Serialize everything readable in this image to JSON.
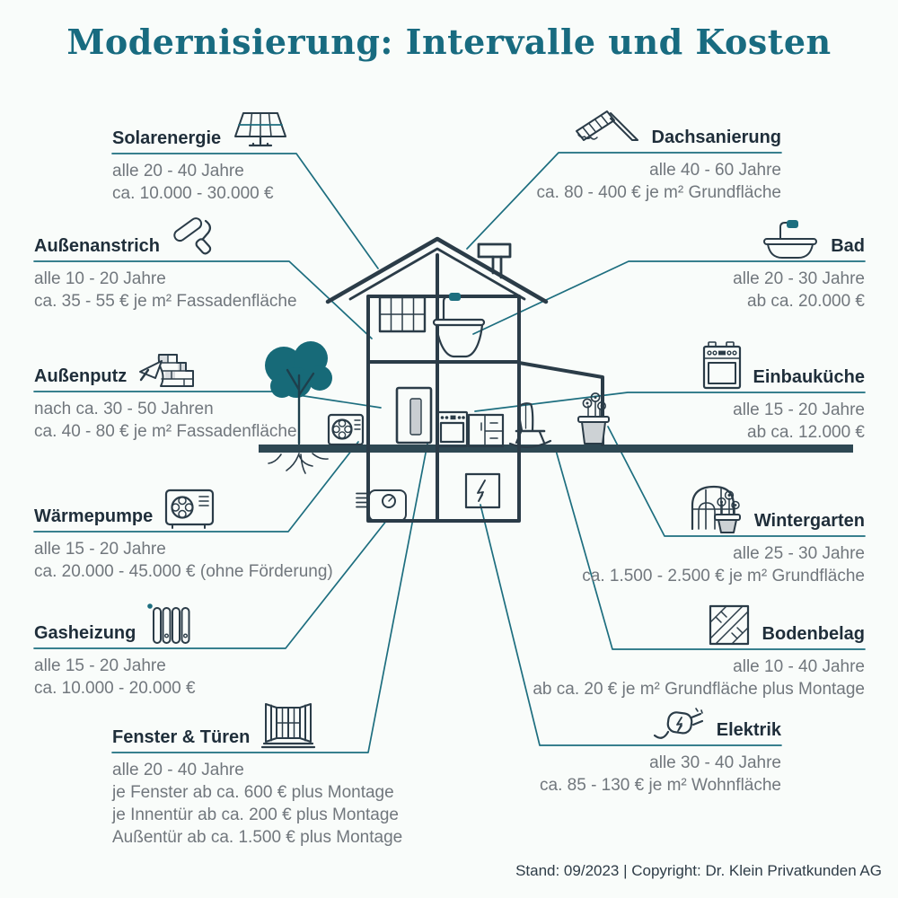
{
  "title": "Modernisierung: Intervalle und Kosten",
  "footer": "Stand: 09/2023 | Copyright: Dr. Klein Privatkunden AG",
  "colors": {
    "accent_teal": "#186b80",
    "leader_line_teal": "#1d6e7f",
    "ink_dark": "#2b3c48",
    "label_ink": "#1f2e3a",
    "detail_gray": "#71777d",
    "tree_teal": "#176a78",
    "ground_bar": "#2e4853",
    "panel_gray": "#cdd2d5"
  },
  "items": [
    {
      "id": "solarenergie",
      "label": "Solarenergie",
      "icon": "solar-panel-icon",
      "lines": [
        "alle 20 - 40 Jahre",
        "ca. 10.000 - 30.000 €"
      ]
    },
    {
      "id": "aussenanstrich",
      "label": "Außenanstrich",
      "icon": "paint-roller-icon",
      "lines": [
        "alle 10 - 20 Jahre",
        "ca. 35 - 55 € je m² Fassadenfläche"
      ]
    },
    {
      "id": "aussenputz",
      "label": "Außenputz",
      "icon": "trowel-wall-icon",
      "lines": [
        "nach ca. 30 - 50 Jahren",
        "ca. 40 - 80 € je m² Fassadenfläche"
      ]
    },
    {
      "id": "waermepumpe",
      "label": "Wärmepumpe",
      "icon": "heat-pump-icon",
      "lines": [
        "alle 15 - 20 Jahre",
        "ca. 20.000 - 45.000 € (ohne Förderung)"
      ]
    },
    {
      "id": "gasheizung",
      "label": "Gasheizung",
      "icon": "radiator-icon",
      "lines": [
        "alle 15 - 20 Jahre",
        "ca. 10.000 - 20.000 €"
      ]
    },
    {
      "id": "fenster-tueren",
      "label": "Fenster & Türen",
      "icon": "window-icon",
      "lines": [
        "alle 20 - 40 Jahre",
        "je Fenster ab ca. 600 € plus Montage",
        "je Innentür ab ca. 200 € plus Montage",
        "Außentür ab ca. 1.500 € plus Montage"
      ]
    },
    {
      "id": "dachsanierung",
      "label": "Dachsanierung",
      "icon": "roof-tiles-icon",
      "lines": [
        "alle 40 - 60 Jahre",
        "ca. 80 - 400 € je m² Grundfläche"
      ]
    },
    {
      "id": "bad",
      "label": "Bad",
      "icon": "bathtub-icon",
      "lines": [
        "alle 20 - 30 Jahre",
        "ab ca. 20.000 €"
      ]
    },
    {
      "id": "einbaukueche",
      "label": "Einbauküche",
      "icon": "oven-icon",
      "lines": [
        "alle 15 - 20 Jahre",
        "ab ca. 12.000 €"
      ]
    },
    {
      "id": "wintergarten",
      "label": "Wintergarten",
      "icon": "conservatory-icon",
      "lines": [
        "alle 25 - 30 Jahre",
        "ca. 1.500 - 2.500 € je m² Grundfläche"
      ]
    },
    {
      "id": "bodenbelag",
      "label": "Bodenbelag",
      "icon": "parquet-icon",
      "lines": [
        "alle 10 - 40 Jahre",
        "ab ca. 20 € je m² Grundfläche plus Montage"
      ]
    },
    {
      "id": "elektrik",
      "label": "Elektrik",
      "icon": "plug-icon",
      "lines": [
        "alle 30 - 40 Jahre",
        "ca. 85 - 130 € je m² Wohnfläche"
      ]
    }
  ]
}
